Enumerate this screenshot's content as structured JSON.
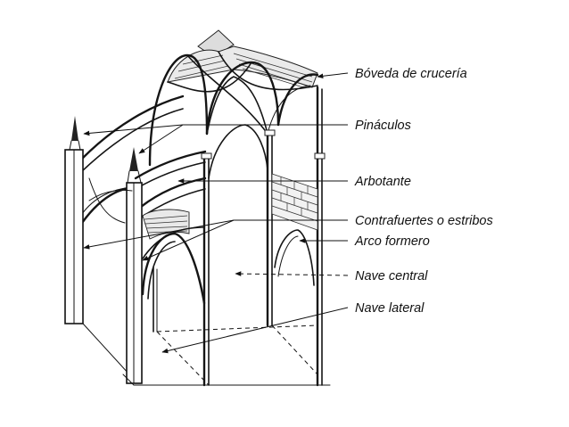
{
  "diagram": {
    "labels": [
      {
        "id": "boveda",
        "text": "Bóveda de crucería"
      },
      {
        "id": "pinaculos",
        "text": "Pináculos"
      },
      {
        "id": "arbotante",
        "text": "Arbotante"
      },
      {
        "id": "contrafuertes",
        "text": "Contrafuertes o estribos"
      },
      {
        "id": "arco",
        "text": "Arco formero"
      },
      {
        "id": "nave-central",
        "text": "Nave central"
      },
      {
        "id": "nave-lateral",
        "text": "Nave lateral"
      }
    ]
  }
}
